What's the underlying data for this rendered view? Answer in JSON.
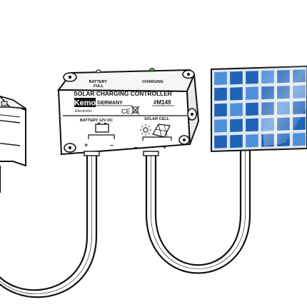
{
  "controller": {
    "title": "SOLAR CHARGING CONTROLLER",
    "brand": "Kemo",
    "brand_sub": "Electronic",
    "country": "GERMANY",
    "model": "#M149",
    "ce_mark": "CE",
    "led_battery_full": [
      "BATTERY",
      "FULL"
    ],
    "led_charging": "CHARGING",
    "battery_label": "BATTERY 12V DC",
    "solar_label": "SOLAR CELL",
    "plus": "+",
    "minus": "–"
  },
  "colors": {
    "panel_blue": "#1f63b8",
    "panel_blue_light": "#4f8fd9",
    "led_green": "#37c23a",
    "outline": "#111111",
    "brand_box": "#111111"
  },
  "icons": [
    "battery-icon",
    "sun-icon",
    "solar-cell-icon",
    "weee-bin-icon"
  ]
}
